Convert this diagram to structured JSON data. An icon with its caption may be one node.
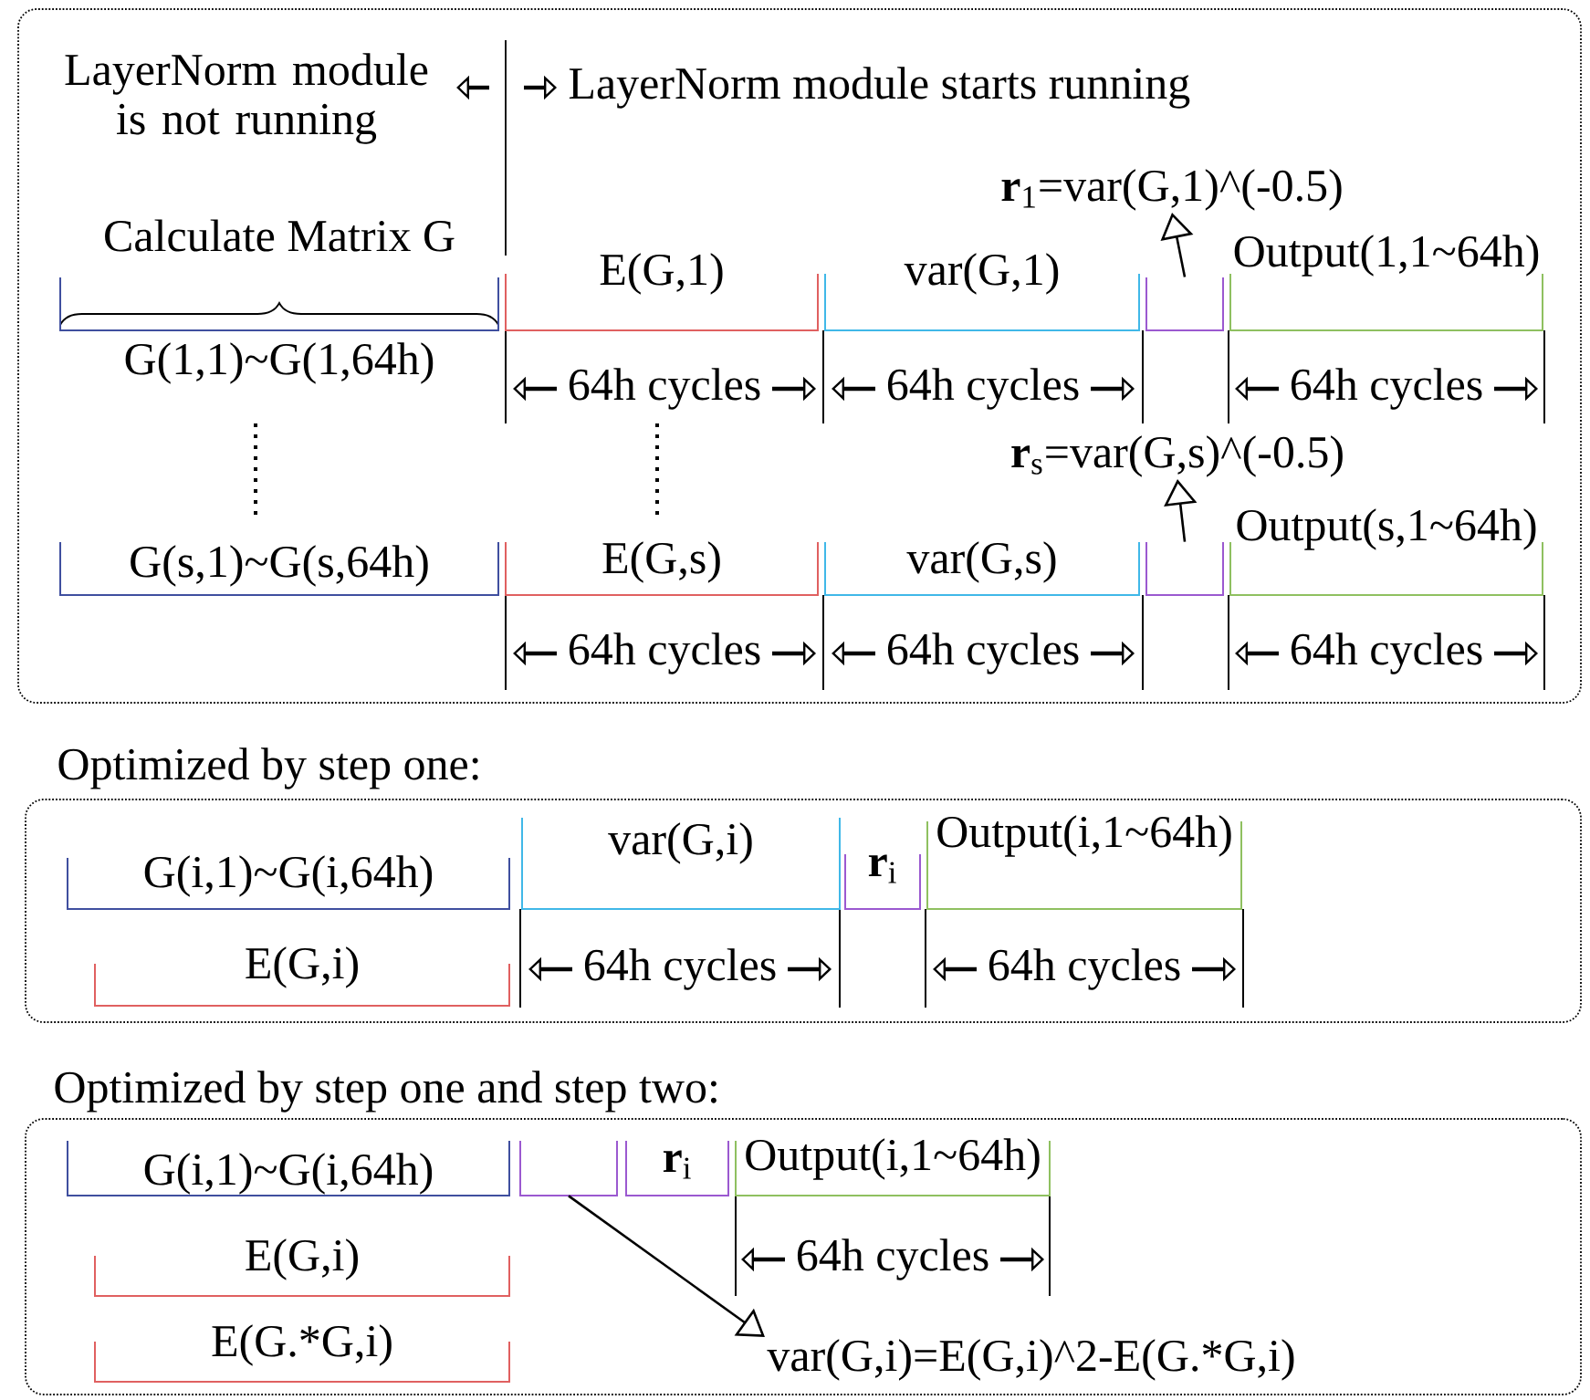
{
  "diagram": {
    "nodes": [
      {
        "text": [],
        "shape": "box"
      },
      {
        "text": [
          "G(1,1)~G(1,64h)"
        ],
        "in": 0
      },
      {
        "text": [
          "E(G,1)"
        ],
        "in": 0
      },
      {
        "text": [
          "var(G,1)"
        ],
        "in": 0
      },
      {
        "text": [],
        "shape": "bar",
        "in": 0
      },
      {
        "text": [
          "Output(1,1~64h)"
        ],
        "in": 0
      },
      {
        "text": [
          "**r**$_{1}$=var(G,1)^(-0.5)"
        ],
        "in": 0
      },
      {
        "text": [
          "G(s,1)~G(s,64h)"
        ],
        "in": 0
      },
      {
        "text": [
          "E(G,s)"
        ],
        "in": 0
      },
      {
        "text": [
          "var(G,s)"
        ],
        "in": 0
      },
      {
        "text": [],
        "shape": "bar",
        "in": 0
      },
      {
        "text": [
          "Output(s,1~64h)"
        ],
        "in": 0
      },
      {
        "text": [
          "**r**$_{s}$=var(G,s)^(-0.5)"
        ],
        "in": 0
      },
      {
        "text": [
          "Optimized by step one:"
        ]
      },
      {
        "text": [
          "G(i,1)~G(i,64h)"
        ],
        "in": 13
      },
      {
        "text": [
          "var(G,i)"
        ],
        "in": 13
      },
      {
        "text": [
          "**r**$_{i}$"
        ],
        "in": 13
      },
      {
        "text": [
          "Output(i,1~64h)"
        ],
        "in": 13
      },
      {
        "text": [
          "E(G,i)"
        ],
        "in": 13
      },
      {
        "text": [
          "Optimized by step one and step two:"
        ]
      },
      {
        "text": [
          "G(i,1)~G(i,64h)"
        ],
        "in": 19
      },
      {
        "text": [],
        "shape": "bar",
        "in": 19
      },
      {
        "text": [
          "**r**$_{i}$"
        ],
        "in": 19
      },
      {
        "text": [
          "Output(i,1~64h)"
        ],
        "in": 19
      },
      {
        "text": [
          "E(G,i)"
        ],
        "in": 19
      },
      {
        "text": [
          "E(G.*G,i)"
        ],
        "in": 19
      },
      {
        "text": [
          "var(G,i)=E(G,i)^2-E(G.*G,i)"
        ],
        "in": 19
      }
    ],
    "edges": [
      {
        "from": 4,
        "to": 6,
        "arrow": "to"
      },
      {
        "from": 10,
        "to": 12,
        "arrow": "to"
      },
      {
        "from": 21,
        "to": 26,
        "arrow": "to"
      }
    ],
    "labels": [
      "LayerNorm module is not running",
      "LayerNorm module starts running",
      "Calculate Matrix G",
      "64h cycles",
      "64h cycles",
      "64h cycles",
      "64h cycles",
      "64h cycles",
      "64h cycles",
      "64h cycles",
      "64h cycles",
      "64h cycles"
    ]
  }
}
